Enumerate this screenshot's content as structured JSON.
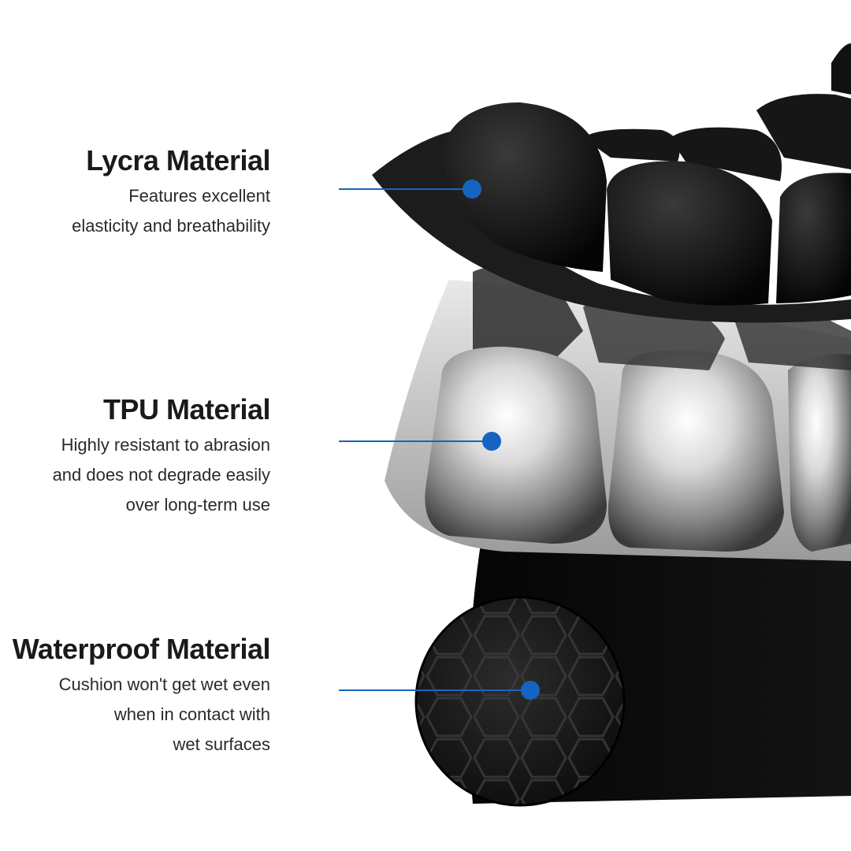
{
  "colors": {
    "background": "#ffffff",
    "accent": "#1565c0",
    "fabric": "#141414",
    "tpu": "#c9c9c9"
  },
  "features": [
    {
      "title": "Lycra Material",
      "lines": [
        "Features excellent",
        "elasticity and breathability"
      ]
    },
    {
      "title": "TPU Material",
      "lines": [
        "Highly resistant to abrasion",
        "and does not degrade easily",
        "over long-term use"
      ]
    },
    {
      "title": "Waterproof Material",
      "lines": [
        "Cushion won't get wet even",
        "when in contact with",
        "wet surfaces"
      ]
    }
  ]
}
